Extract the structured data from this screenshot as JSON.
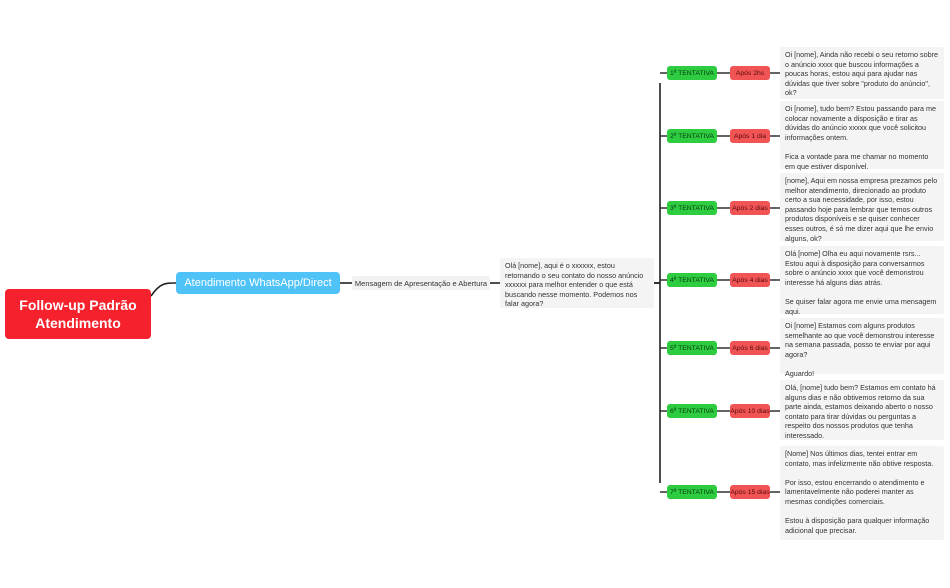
{
  "root": {
    "title": "Follow-up Padrão Atendimento"
  },
  "channel": {
    "label": "Atendimento WhatsApp/Direct"
  },
  "stage": {
    "label": "Mensagem de Apresentação e Abertura"
  },
  "intro": {
    "text": "Olá [nome], aqui é o xxxxxx, estou retornando o seu contato do nosso anúncio xxxxxx para melhor entender o que está buscando nesse momento. Podemos nos falar agora?"
  },
  "attempts": [
    {
      "label": "1ª TENTATIVA",
      "delay": "Após 2hs",
      "message": "Oi [nome], Ainda não recebi o seu retorno sobre o anúncio xxxx que buscou informações a poucas horas, estou aqui para ajudar nas dúvidas que tiver sobre \"produto do anúncio\", ok?"
    },
    {
      "label": "2ª TENTATIVA",
      "delay": "Após 1 dia",
      "message": "Oi [nome], tudo bem? Estou passando para me colocar novamente a disposição e tirar as dúvidas do anúncio xxxxx que você solicitou informações ontem.\n\nFica a vontade para me chamar no momento em que estiver disponível."
    },
    {
      "label": "3ª TENTATIVA",
      "delay": "Após 2 dias",
      "message": "[nome], Aqui em nossa empresa prezamos pelo melhor atendimento, direcionado ao produto certo a sua necessidade, por isso, estou passando hoje para lembrar que temos outros produtos disponíveis e se quiser conhecer esses outros, é só me dizer aqui que lhe envio alguns, ok?"
    },
    {
      "label": "4ª TENTATIVA",
      "delay": "Após 4 dias",
      "message": "Olá [nome] Olha eu aqui novamente rsrs... Estou aqui à disposição para conversarmos sobre o anúncio xxxx que você demonstrou interesse há alguns dias atrás.\n\nSe quiser falar agora me envie uma mensagem aqui."
    },
    {
      "label": "5ª TENTATIVA",
      "delay": "Após 6 dias",
      "message": "Oi [nome] Estamos com alguns produtos semelhante ao que você demonstrou interesse na semana passada, posso te enviar por aqui agora?\n\nAguardo!"
    },
    {
      "label": "6ª TENTATIVA",
      "delay": "Após 10 dias",
      "message": "Olá, [nome] tudo bem? Estamos em contato há alguns dias e não obtivemos retorno da sua parte ainda, estamos deixando aberto o nosso contato para tirar dúvidas ou perguntas a respeito dos nossos produtos que tenha interessado."
    },
    {
      "label": "7ª TENTATIVA",
      "delay": "Após 15 dias",
      "message": "[Nome] Nos últimos dias, tentei entrar em contato, mas infelizmente não obtive resposta.\n\nPor isso, estou encerrando o atendimento e lamentavelmente não poderei manter as mesmas condições comerciais.\n\nEstou à disposição para qualquer informação adicional que precisar."
    }
  ]
}
